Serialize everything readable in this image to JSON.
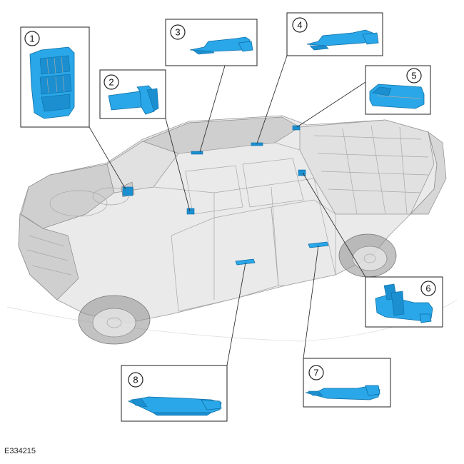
{
  "figure": {
    "id": "E334215"
  },
  "callouts": [
    {
      "number": "1"
    },
    {
      "number": "2"
    },
    {
      "number": "3"
    },
    {
      "number": "4"
    },
    {
      "number": "5"
    },
    {
      "number": "6"
    },
    {
      "number": "7"
    },
    {
      "number": "8"
    }
  ],
  "colors": {
    "part": "#2aa7e8",
    "vehicle": "#d9d9d9",
    "outline": "#222222"
  }
}
